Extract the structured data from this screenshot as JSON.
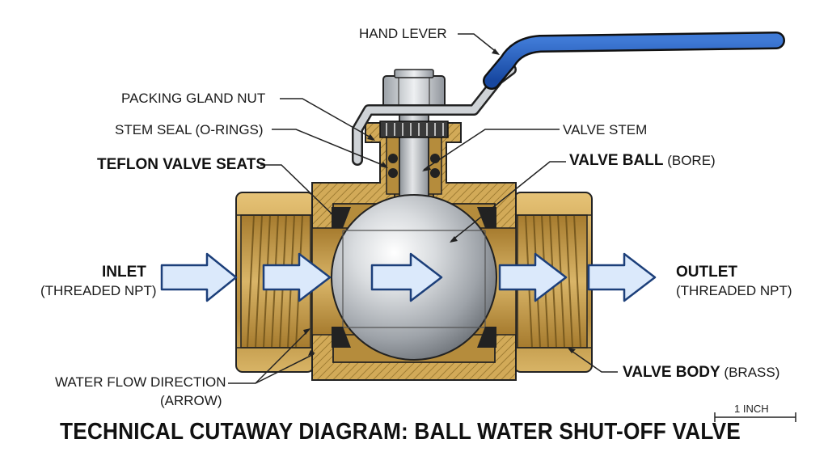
{
  "labels": {
    "hand_lever": "HAND LEVER",
    "packing_gland_nut": "PACKING GLAND NUT",
    "stem_seal": "STEM SEAL (O-RINGS)",
    "teflon_seats": "TEFLON VALVE SEATS",
    "valve_stem": "VALVE STEM",
    "valve_ball_main": "VALVE BALL",
    "valve_ball_sub": " (BORE)",
    "inlet": "INLET",
    "inlet_sub": "(THREADED NPT)",
    "outlet": "OUTLET",
    "outlet_sub": "(THREADED NPT)",
    "water_flow_1": "WATER FLOW DIRECTION",
    "water_flow_2": "(ARROW)",
    "valve_body_main": "VALVE BODY",
    "valve_body_sub": " (BRASS)"
  },
  "scale": "1 INCH",
  "title": "TECHNICAL CUTAWAY DIAGRAM: BALL WATER SHUT-OFF VALVE",
  "colors": {
    "brass": "#c9a04c",
    "brass_dark": "#8a6a24",
    "lever_blue": "#1f5bbd",
    "arrow_fill": "#dbe9fb",
    "arrow_stroke": "#1c3f7a",
    "steel": "#b8bcc2"
  }
}
